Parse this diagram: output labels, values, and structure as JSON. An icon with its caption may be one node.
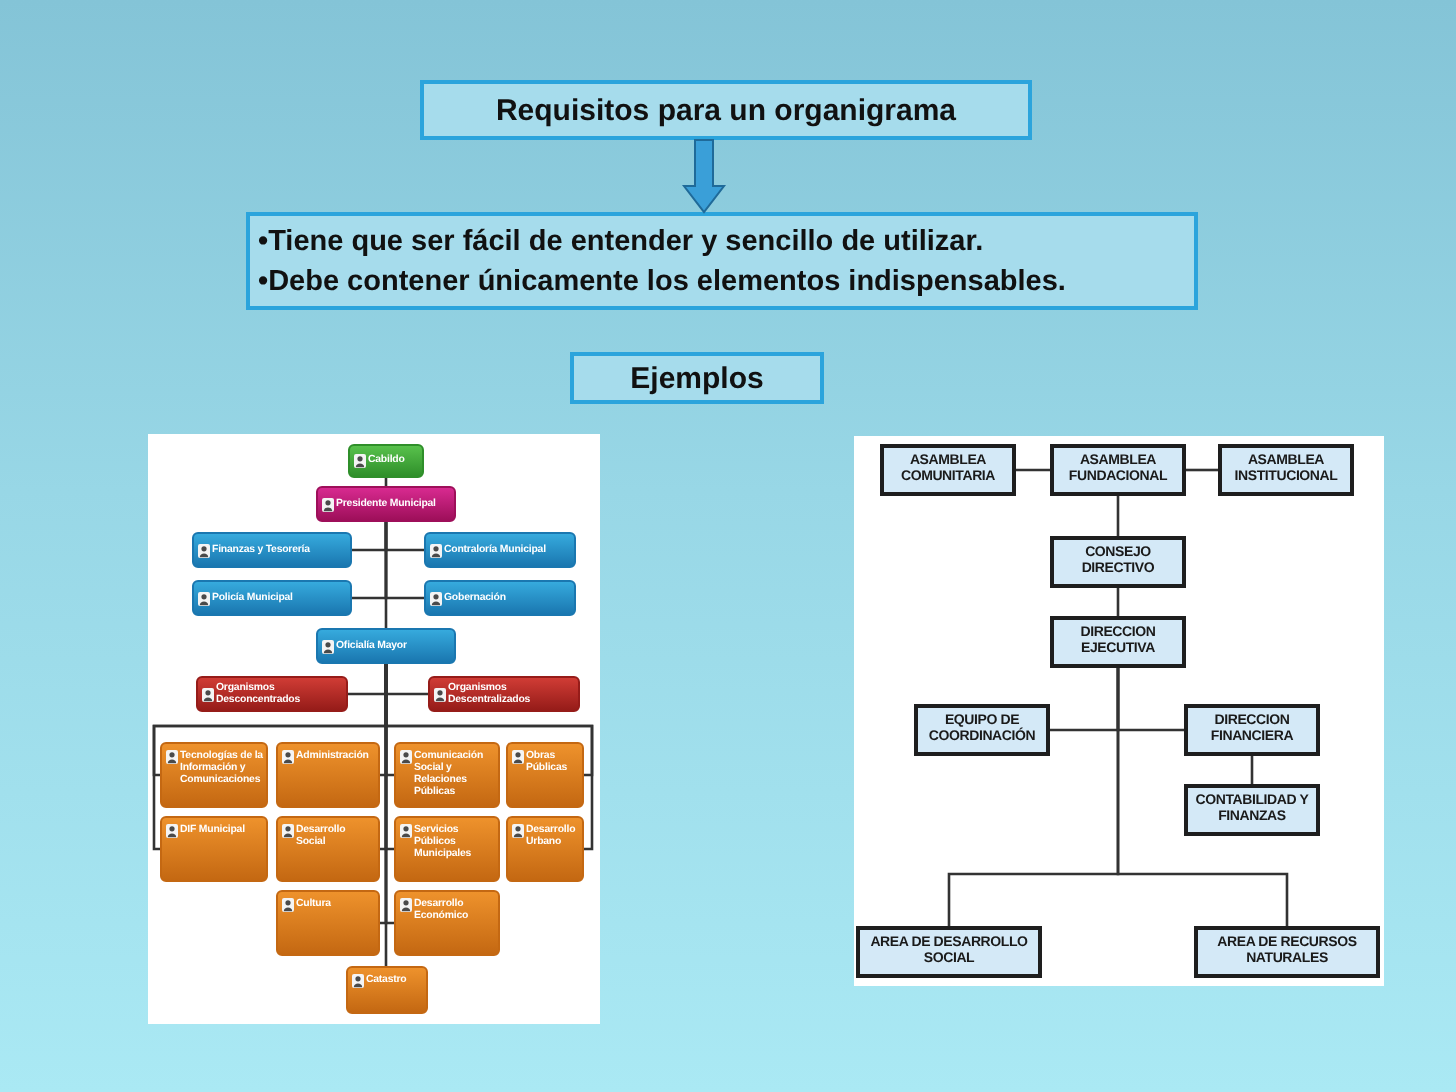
{
  "diagram": {
    "nodes": [
      {
        "text": [
          "Requisitos para un organigrama"
        ]
      },
      {
        "text": [
          "•Tiene que ser fácil de entender y sencillo de utilizar.",
          "•Debe contener únicamente los elementos indispensables."
        ]
      },
      {
        "text": [
          "Ejemplos"
        ]
      },
      {
        "text": [],
        "shape": "picture"
      },
      {
        "text": [
          "Cabildo"
        ],
        "in": 3
      },
      {
        "text": [
          "Presidente Municipal"
        ],
        "in": 3
      },
      {
        "text": [
          "Finanzas y Tesorería"
        ],
        "in": 3
      },
      {
        "text": [
          "Contraloría Municipal"
        ],
        "in": 3
      },
      {
        "text": [
          "Policía Municipal"
        ],
        "in": 3
      },
      {
        "text": [
          "Gobernación"
        ],
        "in": 3
      },
      {
        "text": [
          "Oficialía Mayor"
        ],
        "in": 3
      },
      {
        "text": [
          "Organismos Desconcentrados"
        ],
        "in": 3
      },
      {
        "text": [
          "Organismos Descentralizados"
        ],
        "in": 3
      },
      {
        "text": [
          "Tecnologías de la Información y Comunicaciones"
        ],
        "in": 3
      },
      {
        "text": [
          "Administración"
        ],
        "in": 3
      },
      {
        "text": [
          "Comunicación Social y Relaciones Públicas"
        ],
        "in": 3
      },
      {
        "text": [
          "Obras Públicas"
        ],
        "in": 3
      },
      {
        "text": [
          "DIF Municipal"
        ],
        "in": 3
      },
      {
        "text": [
          "Desarrollo Social"
        ],
        "in": 3
      },
      {
        "text": [
          "Servicios Públicos Municipales"
        ],
        "in": 3
      },
      {
        "text": [
          "Desarrollo Urbano"
        ],
        "in": 3
      },
      {
        "text": [
          "Cultura"
        ],
        "in": 3
      },
      {
        "text": [
          "Desarrollo Económico"
        ],
        "in": 3
      },
      {
        "text": [
          "Catastro"
        ],
        "in": 3
      },
      {
        "text": [],
        "shape": "picture"
      },
      {
        "text": [
          "ASAMBLEA COMUNITARIA"
        ],
        "in": 24
      },
      {
        "text": [
          "ASAMBLEA FUNDACIONAL"
        ],
        "in": 24
      },
      {
        "text": [
          "ASAMBLEA INSTITUCIONAL"
        ],
        "in": 24
      },
      {
        "text": [
          "CONSEJO DIRECTIVO"
        ],
        "in": 24
      },
      {
        "text": [
          "DIRECCION EJECUTIVA"
        ],
        "in": 24
      },
      {
        "text": [
          "EQUIPO DE COORDINACIÓN"
        ],
        "in": 24
      },
      {
        "text": [
          "DIRECCION FINANCIERA"
        ],
        "in": 24
      },
      {
        "text": [
          "CONTABILIDAD Y FINANZAS"
        ],
        "in": 24
      },
      {
        "text": [
          "AREA DE DESARROLLO SOCIAL"
        ],
        "in": 24
      },
      {
        "text": [
          "AREA DE RECURSOS NATURALES"
        ],
        "in": 24
      }
    ],
    "edges": [
      {
        "from": 0,
        "to": 1,
        "arrow": "to",
        "style": "thick",
        "color": "#3a9fd8"
      },
      {
        "from": 4,
        "to": 5,
        "arrow": "none"
      },
      {
        "from": 5,
        "to": 6,
        "arrow": "none"
      },
      {
        "from": 5,
        "to": 7,
        "arrow": "none"
      },
      {
        "from": 5,
        "to": 8,
        "arrow": "none"
      },
      {
        "from": 5,
        "to": 9,
        "arrow": "none"
      },
      {
        "from": 5,
        "to": 10,
        "arrow": "none"
      },
      {
        "from": 10,
        "to": 11,
        "arrow": "none"
      },
      {
        "from": 10,
        "to": 12,
        "arrow": "none"
      },
      {
        "from": 10,
        "to": 13,
        "arrow": "none"
      },
      {
        "from": 10,
        "to": 14,
        "arrow": "none"
      },
      {
        "from": 10,
        "to": 15,
        "arrow": "none"
      },
      {
        "from": 10,
        "to": 16,
        "arrow": "none"
      },
      {
        "from": 10,
        "to": 17,
        "arrow": "none"
      },
      {
        "from": 10,
        "to": 18,
        "arrow": "none"
      },
      {
        "from": 10,
        "to": 19,
        "arrow": "none"
      },
      {
        "from": 10,
        "to": 20,
        "arrow": "none"
      },
      {
        "from": 10,
        "to": 21,
        "arrow": "none"
      },
      {
        "from": 10,
        "to": 22,
        "arrow": "none"
      },
      {
        "from": 10,
        "to": 23,
        "arrow": "none"
      },
      {
        "from": 26,
        "to": 25,
        "arrow": "none"
      },
      {
        "from": 26,
        "to": 27,
        "arrow": "none"
      },
      {
        "from": 26,
        "to": 28,
        "arrow": "none"
      },
      {
        "from": 28,
        "to": 29,
        "arrow": "none"
      },
      {
        "from": 29,
        "to": 30,
        "arrow": "none"
      },
      {
        "from": 29,
        "to": 31,
        "arrow": "none"
      },
      {
        "from": 31,
        "to": 32,
        "arrow": "none"
      },
      {
        "from": 29,
        "to": 33,
        "arrow": "none"
      },
      {
        "from": 29,
        "to": 34,
        "arrow": "none"
      }
    ]
  }
}
